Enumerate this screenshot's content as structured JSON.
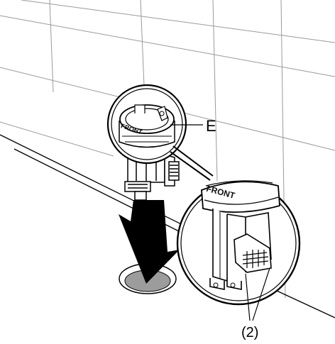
{
  "labels": {
    "e": "E",
    "two": "(2)"
  },
  "stamps": {
    "front_small": "FRONT",
    "front_large": "FRONT"
  },
  "colors": {
    "line": "#000000",
    "grid": "#9a9a9a",
    "arrow": "#000000",
    "hole": "#9c9c9c",
    "background": "#ffffff"
  }
}
